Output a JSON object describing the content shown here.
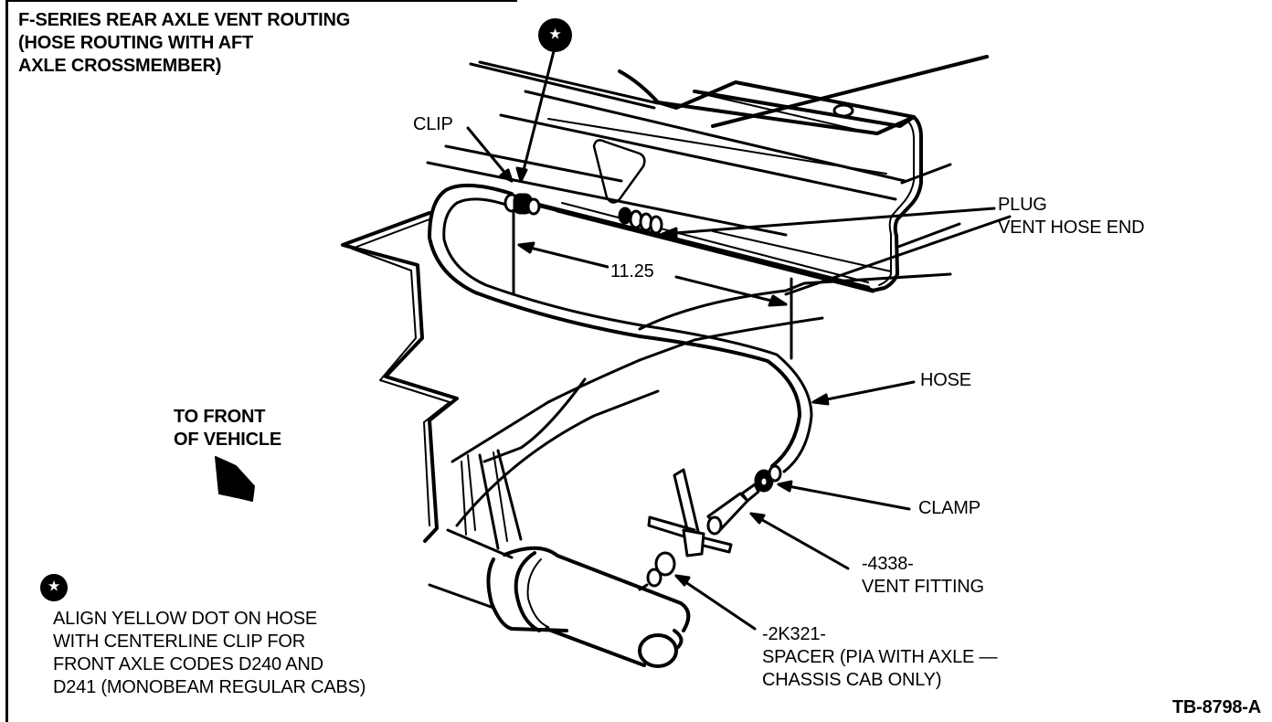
{
  "title": {
    "lines": [
      "F-SERIES REAR AXLE VENT ROUTING",
      "(HOSE ROUTING WITH AFT",
      "AXLE CROSSMEMBER)"
    ]
  },
  "direction": {
    "lines": [
      "TO FRONT",
      "OF VEHICLE"
    ],
    "icon": "arrow-front-of-vehicle"
  },
  "callouts": {
    "clip": "CLIP",
    "plug": [
      "PLUG",
      "VENT HOSE END"
    ],
    "hose": "HOSE",
    "clamp": "CLAMP",
    "vent_fitting": [
      "-4338-",
      "VENT FITTING"
    ],
    "spacer": [
      "-2K321-",
      "SPACER (PIA WITH AXLE —",
      "CHASSIS CAB ONLY)"
    ]
  },
  "dimension": {
    "value": "11.25"
  },
  "note": {
    "icon": "star-badge",
    "symbol": "★",
    "lines": [
      "ALIGN YELLOW DOT ON HOSE",
      "WITH CENTERLINE CLIP FOR",
      "FRONT AXLE CODES D240 AND",
      "D241 (MONOBEAM REGULAR CABS)"
    ]
  },
  "reference_badge": {
    "symbol": "★"
  },
  "figure_id": "TB-8798-A",
  "colors": {
    "ink": "#000000",
    "paper": "#ffffff"
  }
}
